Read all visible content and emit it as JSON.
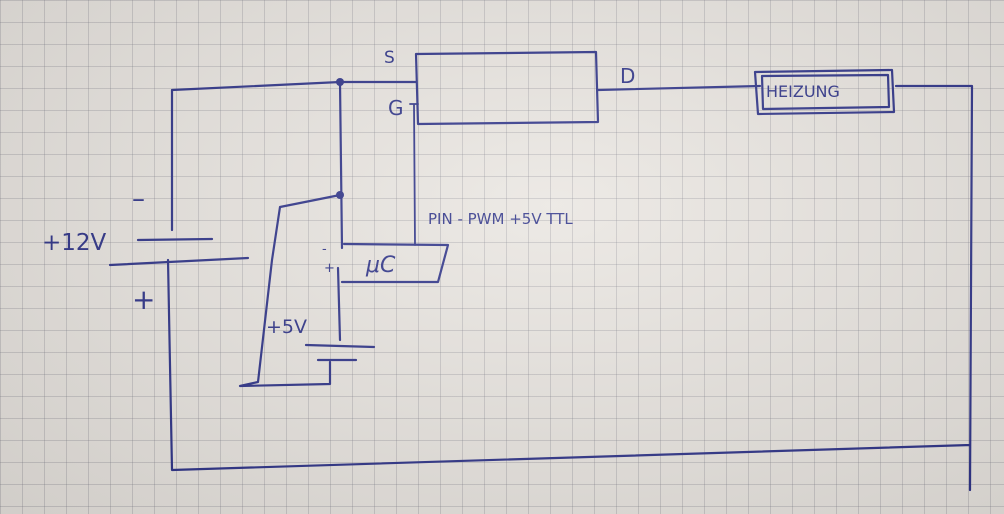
{
  "labels": {
    "source": "S",
    "gate": "G",
    "drain": "D",
    "heater": "HEIZUNG",
    "supply_voltage": "+12V",
    "battery_minus": "–",
    "battery_plus": "+",
    "pwm_note": "PIN - PWM +5V TTL",
    "mcu": "μC",
    "mcu_minus": "-",
    "mcu_plus": "+",
    "logic_voltage": "+5V"
  },
  "colors": {
    "ink": "#2a2f86",
    "paper": "#e9e5e0",
    "grid": "#8a8a96"
  }
}
